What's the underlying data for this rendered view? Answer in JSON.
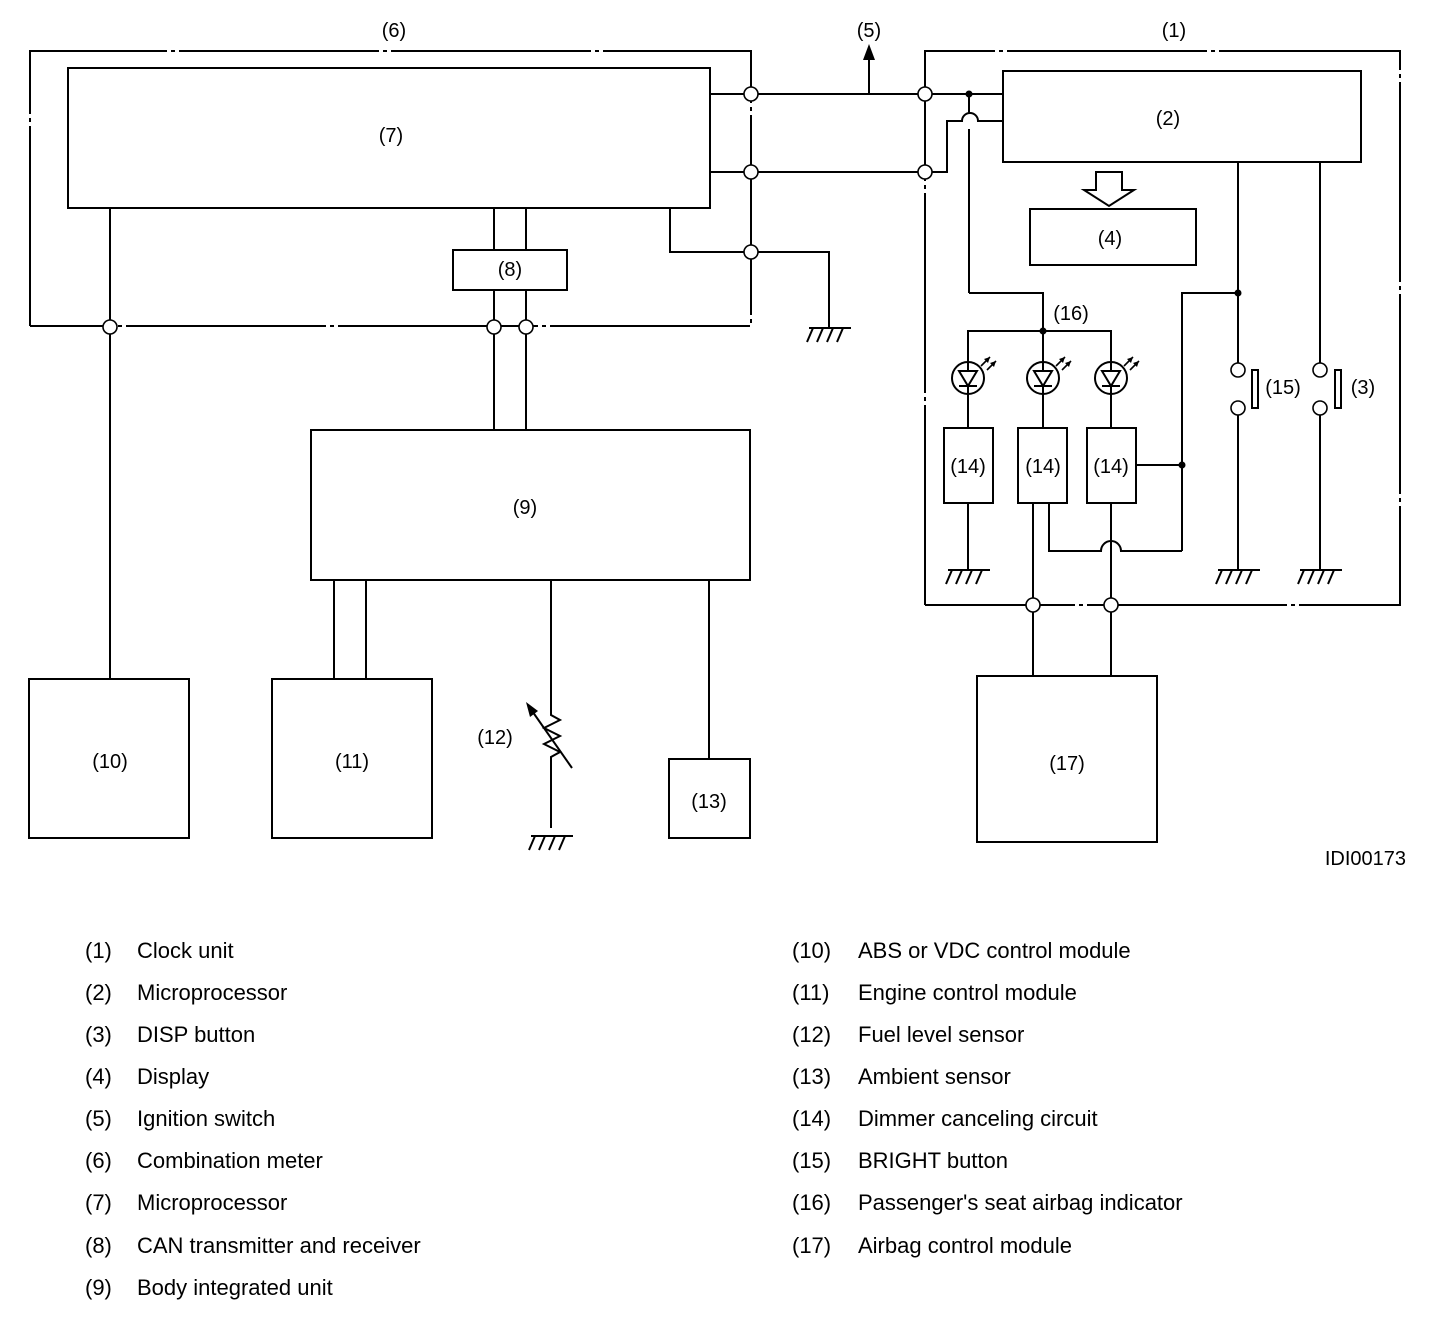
{
  "diagram": {
    "labels": {
      "n1": "(1)",
      "n2": "(2)",
      "n3": "(3)",
      "n4": "(4)",
      "n5": "(5)",
      "n6": "(6)",
      "n7": "(7)",
      "n8": "(8)",
      "n9": "(9)",
      "n10": "(10)",
      "n11": "(11)",
      "n12": "(12)",
      "n13": "(13)",
      "n14": "(14)",
      "n15": "(15)",
      "n16": "(16)",
      "n17": "(17)"
    },
    "figure_id": "IDI00173"
  },
  "legend": {
    "left": [
      {
        "num": "(1)",
        "text": "Clock unit"
      },
      {
        "num": "(2)",
        "text": "Microprocessor"
      },
      {
        "num": "(3)",
        "text": "DISP button"
      },
      {
        "num": "(4)",
        "text": "Display"
      },
      {
        "num": "(5)",
        "text": "Ignition switch"
      },
      {
        "num": "(6)",
        "text": "Combination meter"
      },
      {
        "num": "(7)",
        "text": "Microprocessor"
      },
      {
        "num": "(8)",
        "text": "CAN transmitter and receiver"
      },
      {
        "num": "(9)",
        "text": "Body integrated unit"
      }
    ],
    "right": [
      {
        "num": "(10)",
        "text": "ABS or VDC control module"
      },
      {
        "num": "(11)",
        "text": "Engine control module"
      },
      {
        "num": "(12)",
        "text": "Fuel level sensor"
      },
      {
        "num": "(13)",
        "text": "Ambient sensor"
      },
      {
        "num": "(14)",
        "text": "Dimmer canceling circuit"
      },
      {
        "num": "(15)",
        "text": "BRIGHT button"
      },
      {
        "num": "(16)",
        "text": "Passenger's seat airbag indicator"
      },
      {
        "num": "(17)",
        "text": "Airbag control module"
      }
    ]
  }
}
